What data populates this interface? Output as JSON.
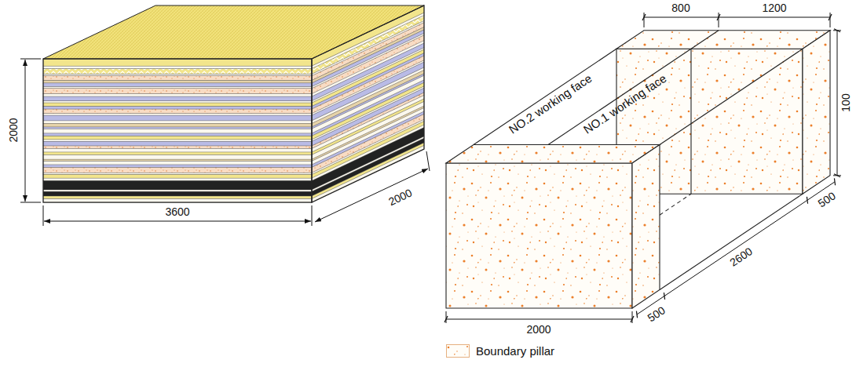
{
  "diagram": {
    "labels": [
      "2000",
      "3600",
      "2000",
      "800",
      "1200",
      "100",
      "NO.2 working face",
      "NO.1 working face",
      "500",
      "2600",
      "500",
      "2000"
    ],
    "legend": [
      {
        "text": "Boundary pillar"
      }
    ]
  }
}
